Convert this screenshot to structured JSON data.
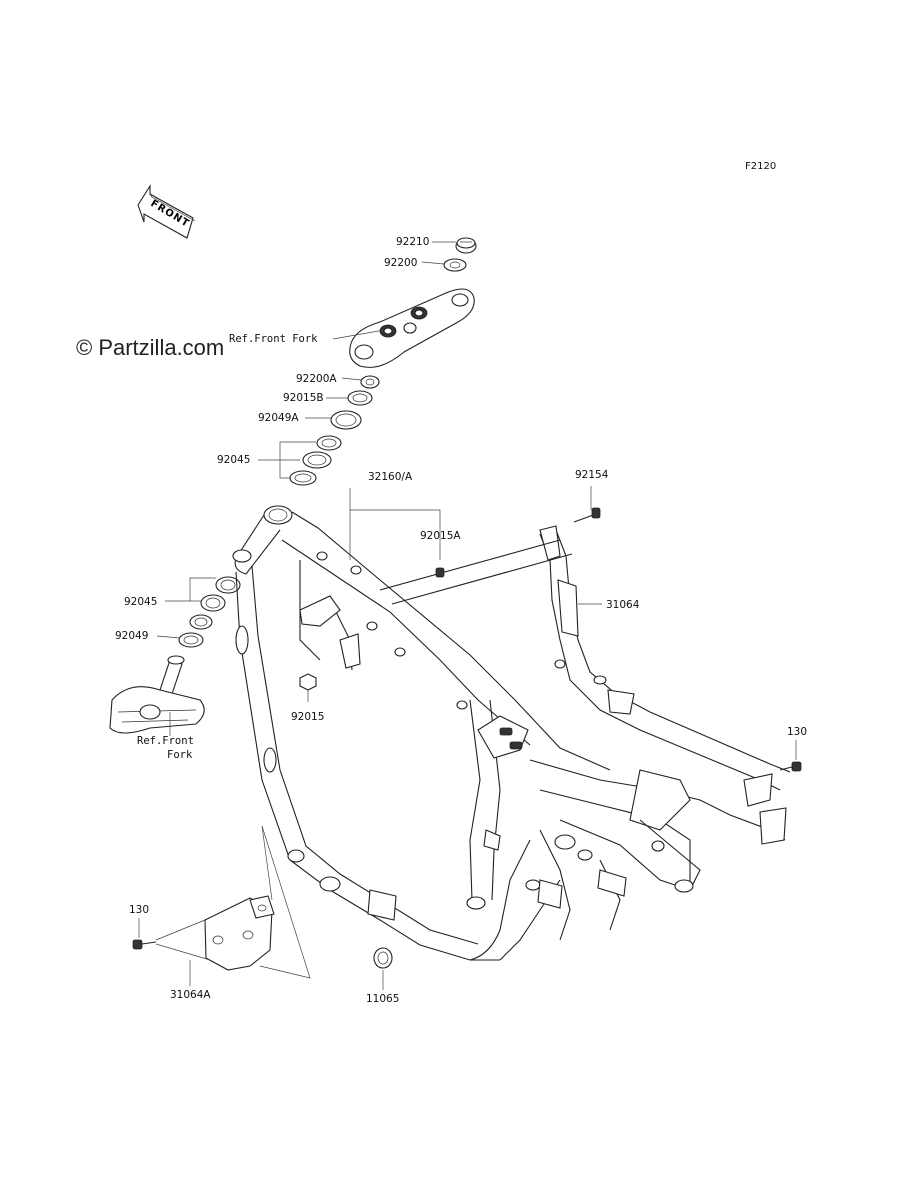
{
  "figure_code": "F2120",
  "watermark": "© Partzilla.com",
  "front_label": "FRONT",
  "refs": {
    "front_fork_top": "Ref.Front Fork",
    "front_fork_bottom_line1": "Ref.Front",
    "front_fork_bottom_line2": "Fork"
  },
  "callouts": {
    "p92210": "92210",
    "p92200": "92200",
    "p92200A": "92200A",
    "p92015B": "92015B",
    "p92049A": "92049A",
    "p92045_top": "92045",
    "p32160A": "32160/A",
    "p92154": "92154",
    "p92015A": "92015A",
    "p92045_low": "92045",
    "p31064": "31064",
    "p92049": "92049",
    "p92015": "92015",
    "p130_right": "130",
    "p130_left": "130",
    "p31064A": "31064A",
    "p11065": "11065"
  }
}
